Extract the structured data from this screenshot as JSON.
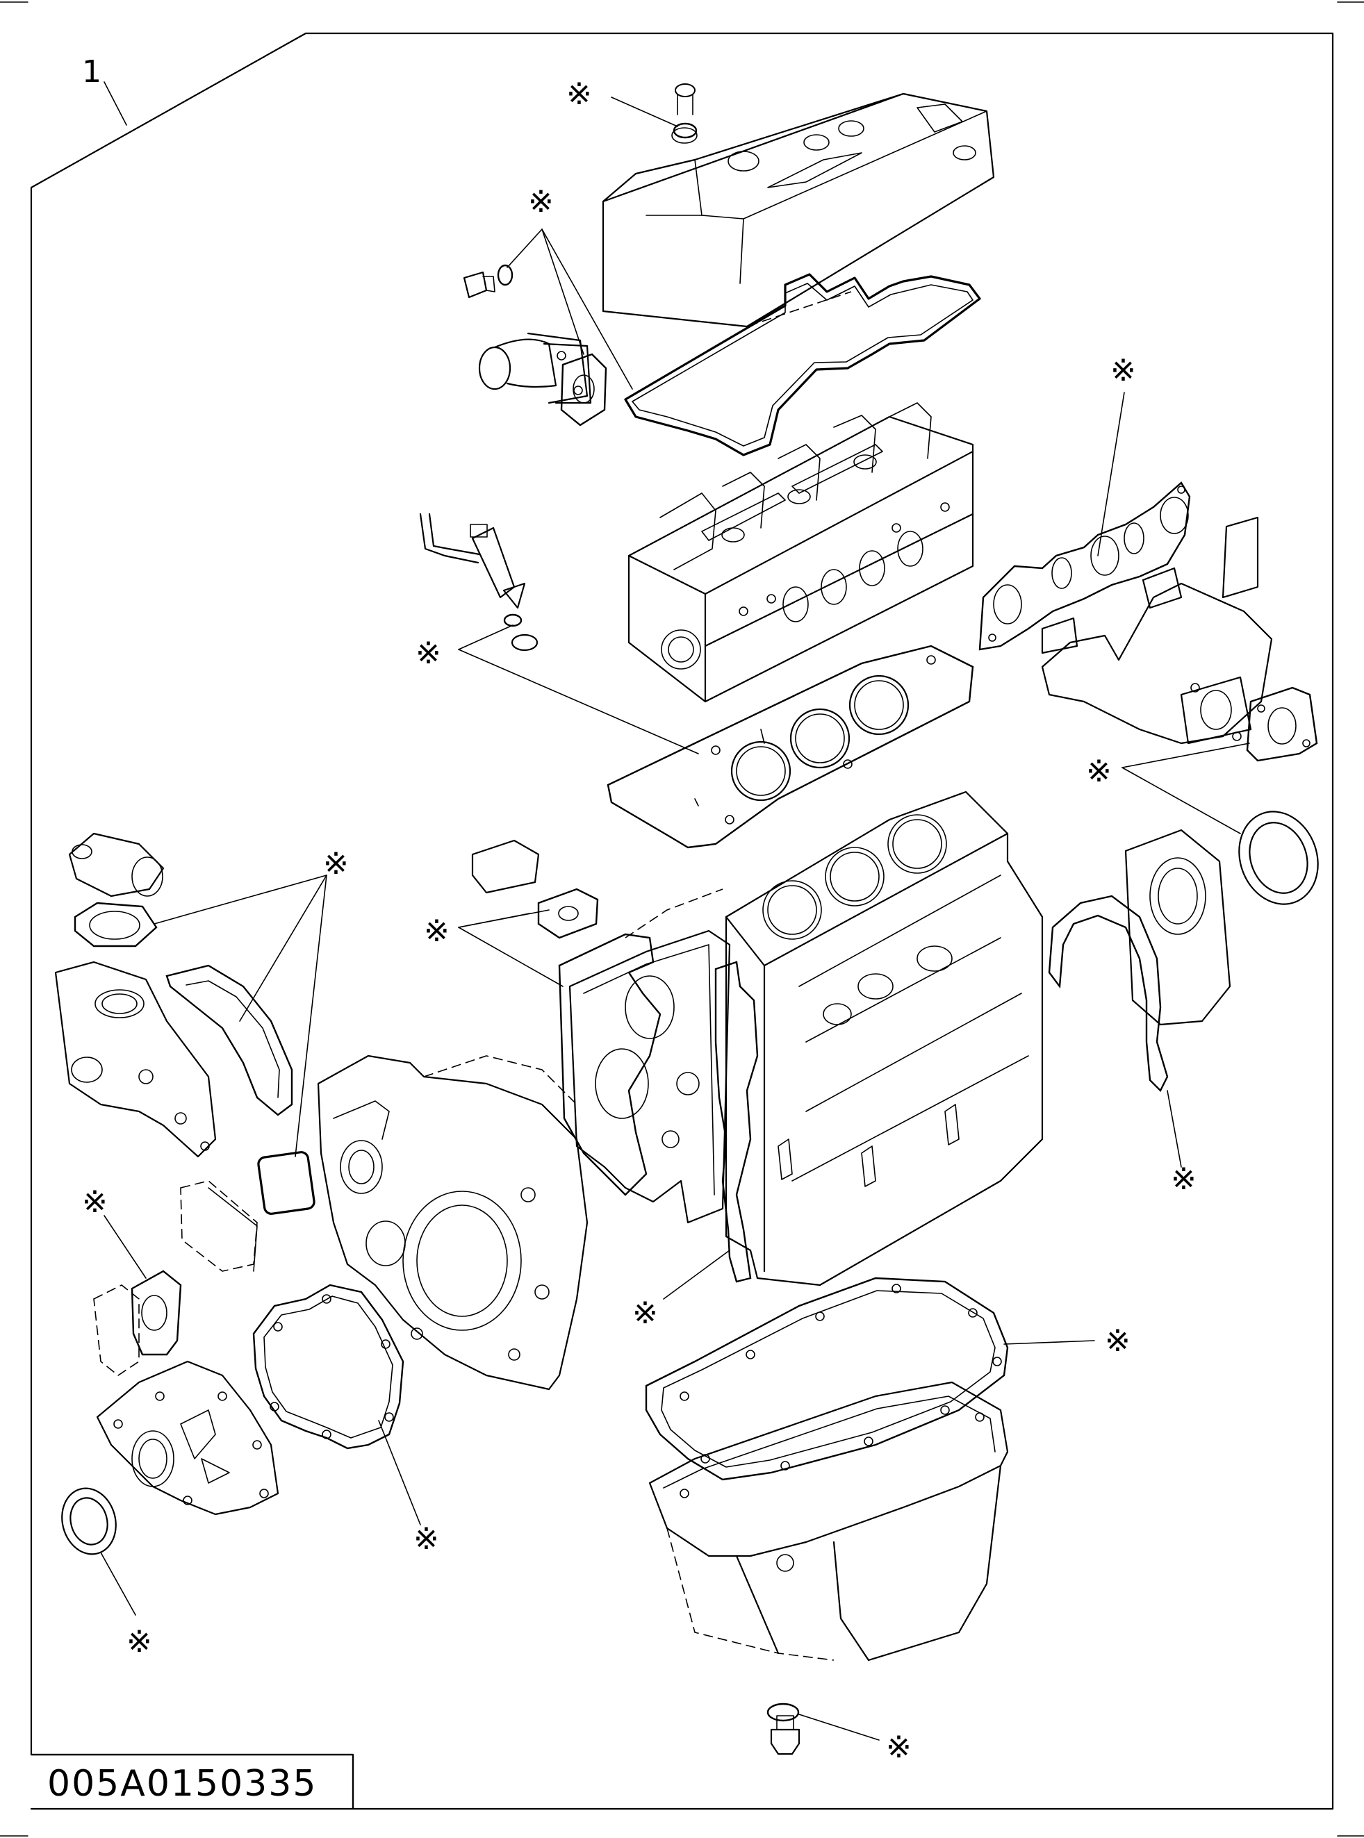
{
  "part_number_label": "1",
  "asterisk_mark": "※",
  "drawing_code": "005A0150335",
  "callout_marks": [
    {
      "id": "valve-cover-washer",
      "text": "※"
    },
    {
      "id": "thermostat-gaskets",
      "text": "※"
    },
    {
      "id": "intake-manifold-gasket",
      "text": "※"
    },
    {
      "id": "injector-seals",
      "text": "※"
    },
    {
      "id": "exhaust-gasket-oil-seal",
      "text": "※"
    },
    {
      "id": "water-pump-gaskets",
      "text": "※"
    },
    {
      "id": "front-plate-gaskets",
      "text": "※"
    },
    {
      "id": "rear-plate-gasket",
      "text": "※"
    },
    {
      "id": "cover-gasket",
      "text": "※"
    },
    {
      "id": "timing-case-gasket",
      "text": "※"
    },
    {
      "id": "block-side-gasket",
      "text": "※"
    },
    {
      "id": "oil-pan-gasket",
      "text": "※"
    },
    {
      "id": "front-oil-seal",
      "text": "※"
    },
    {
      "id": "drain-plug-washer",
      "text": "※"
    }
  ]
}
